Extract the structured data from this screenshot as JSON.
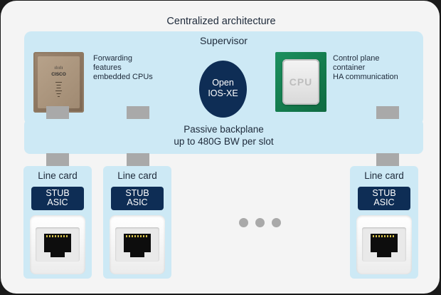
{
  "title": "Centralized architecture",
  "supervisor": {
    "label": "Supervisor",
    "asic_chip": {
      "icon": "cisco-asic-chip-icon",
      "brand_bars": "ılıılı",
      "brand": "CISCO"
    },
    "forwarding_text": [
      "Forwarding",
      "features",
      "embedded CPUs"
    ],
    "os_badge": [
      "Open",
      "IOS-XE"
    ],
    "cpu_chip": {
      "icon": "cpu-chip-icon",
      "label": "CPU"
    },
    "control_plane_text": [
      "Control plane",
      "container",
      "HA communication"
    ]
  },
  "backplane": {
    "lines": [
      "Passive backplane",
      "up to 480G BW per slot"
    ]
  },
  "line_cards": [
    {
      "title": "Line card",
      "asic": [
        "STUB",
        "ASIC"
      ],
      "port_icon": "rj45-port-icon"
    },
    {
      "title": "Line card",
      "asic": [
        "STUB",
        "ASIC"
      ],
      "port_icon": "rj45-port-icon"
    },
    {
      "title": "Line card",
      "asic": [
        "STUB",
        "ASIC"
      ],
      "port_icon": "rj45-port-icon"
    }
  ],
  "ellipsis": "more-line-cards",
  "colors": {
    "panel_bg": "#f4f4f4",
    "box_fill": "#cde9f5",
    "dark_navy": "#0e2d55",
    "connector": "#a9a9a9",
    "cpu_green": "#137a4c"
  }
}
